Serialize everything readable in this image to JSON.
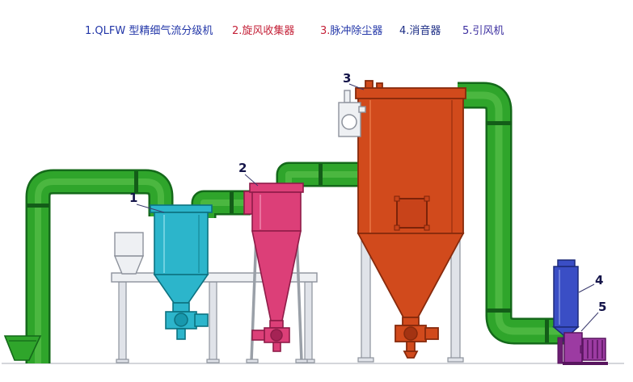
{
  "legend": {
    "items": [
      {
        "num": "1.",
        "text": "QLFW 型精细气流分级机",
        "num_color": "#2236a8",
        "text_color": "#2236a8"
      },
      {
        "num": "2.",
        "text": "旋风收集器",
        "num_color": "#c42138",
        "text_color": "#c42138"
      },
      {
        "num": "3.",
        "text": "脉冲除尘器",
        "num_color": "#c42138",
        "text_color": "#2236a8"
      },
      {
        "num": "4.",
        "text": "消音器",
        "num_color": "#1c2d85",
        "text_color": "#1c2d85"
      },
      {
        "num": "5.",
        "text": "引风机",
        "num_color": "#3c2fa0",
        "text_color": "#3c2fa0"
      }
    ]
  },
  "diagram": {
    "callouts": [
      {
        "text": "1"
      },
      {
        "text": "2"
      },
      {
        "text": "3"
      },
      {
        "text": "4"
      },
      {
        "text": "5"
      }
    ]
  },
  "colors": {
    "pipe_green": "#2fa52b",
    "pipe_green_dark": "#14691a",
    "classifier_cyan": "#2cb5cb",
    "cyclone_pink": "#dc3f78",
    "collector_orange": "#d14a1c",
    "silencer_blue": "#3a4ec5",
    "fan_purple": "#9c3ba2",
    "structure_gray": "#eef0f3",
    "background": "#ffffff"
  }
}
